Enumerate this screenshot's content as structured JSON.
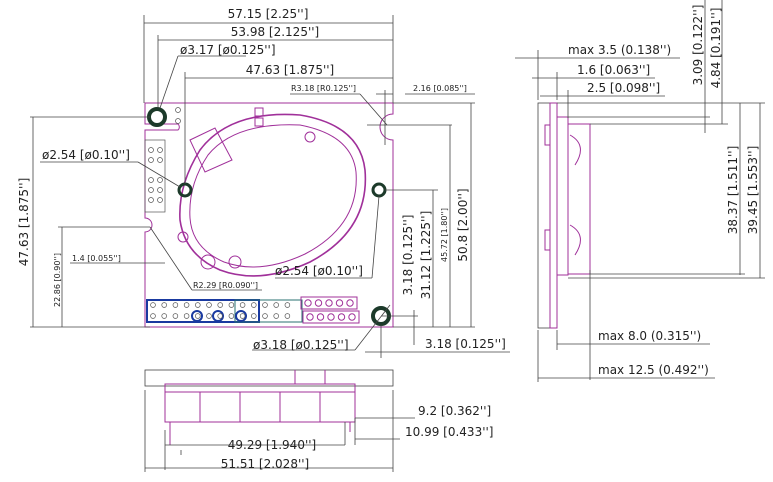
{
  "top_view": {
    "dims": {
      "overall_width": "57.15 [2.25'']",
      "hole_span_width": "53.98 [2.125'']",
      "large_hole_dia_top": "ø3.17 [ø0.125'']",
      "small_hole_span": "47.63 [1.875'']",
      "notch_radius": "R3.18 [R0.125'']",
      "notch_offset": "2.16 [0.085'']",
      "small_hole_dia_left": "ø2.54 [ø0.10'']",
      "left_height": "47.63 [1.875'']",
      "slot_height": "22.86 [0.90'']",
      "slot_depth": "1.4 [0.055'']",
      "slot_radius": "R2.29 [R0.090'']",
      "small_hole_dia_right": "ø2.54 [ø0.10'']",
      "hole_edge_offset_v": "3.18 [0.125'']",
      "small_hole_height": "31.12 [1.225'']",
      "notch_height": "45.72 [1.80'']",
      "overall_height": "50.8 [2.00'']",
      "large_hole_dia_bottom": "ø3.18 [ø0.125'']",
      "hole_edge_offset_h": "3.18 [0.125'']"
    }
  },
  "bottom_view": {
    "dims": {
      "body_height": "9.2 [0.362'']",
      "total_height": "10.99 [0.433'']",
      "body_width": "49.29 [1.940'']",
      "total_width": "51.51 [2.028'']"
    }
  },
  "side_view": {
    "dims": {
      "max_back": "max 3.5 (0.138'')",
      "board_thickness": "1.6 [0.063'']",
      "standoff": "2.5 [0.098'']",
      "top_offset_1": "3.09 [0.122'']",
      "top_offset_2": "4.84 [0.191'']",
      "body_len_1": "38.37 [1.511'']",
      "body_len_2": "39.45 [1.553'']",
      "max_front": "max 8.0 (0.315'')",
      "max_total": "max 12.5 (0.492'')"
    }
  },
  "colors": {
    "pcb": "#a0309a",
    "hole": "#1c3a2a",
    "connector": "#1a3aa0"
  }
}
